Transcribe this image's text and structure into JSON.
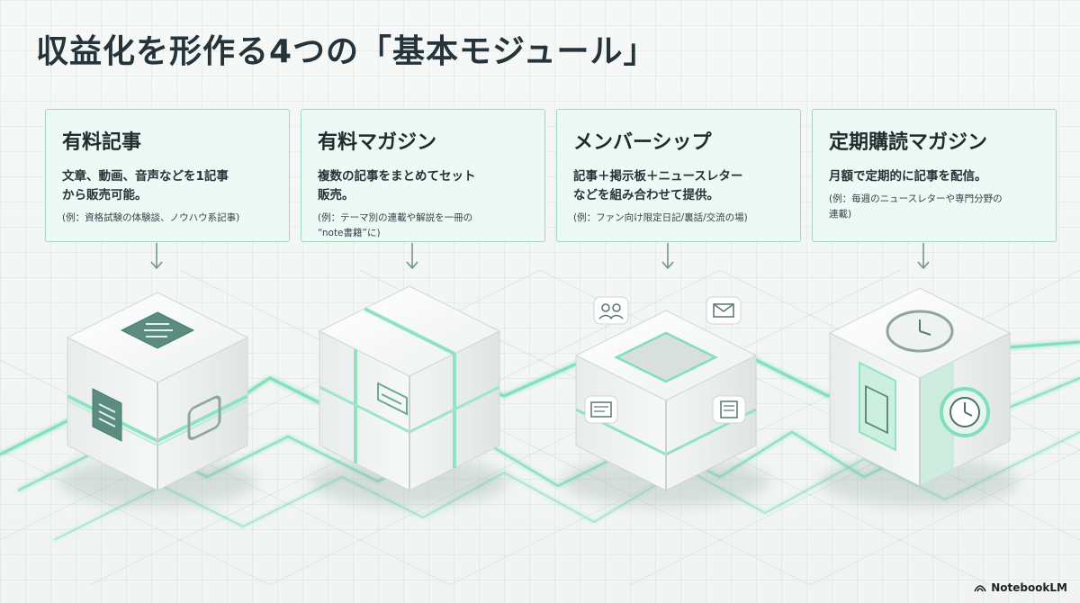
{
  "title": "収益化を形作る4つの「基本モジュール」",
  "modules": [
    {
      "heading": "有料記事",
      "desc": [
        "文章、動画、音声などを1記事",
        "から販売可能。"
      ],
      "example": [
        "(例：資格試験の体験談、ノウハウ系記事)"
      ]
    },
    {
      "heading": "有料マガジン",
      "desc": [
        "複数の記事をまとめてセット",
        "販売。"
      ],
      "example": [
        "(例：テーマ別の連載や解説を一冊の",
        "“note書籍”に)"
      ]
    },
    {
      "heading": "メンバーシップ",
      "desc": [
        "記事＋掲示板＋ニュースレター",
        "などを組み合わせて提供。"
      ],
      "example": [
        "(例：ファン向け限定日記/裏話/交流の場)"
      ]
    },
    {
      "heading": "定期購読マガジン",
      "desc": [
        "月額で定期的に記事を配信。"
      ],
      "example": [
        "(例：毎週のニュースレターや専門分野の",
        "連載)"
      ]
    }
  ],
  "icons": {
    "module1": [
      "document-list-icon",
      "document-icon"
    ],
    "module2": [
      "folder-icon"
    ],
    "module3": [
      "community-icon",
      "mail-icon",
      "board-icon",
      "newsletter-icon"
    ],
    "module4": [
      "clock-icon",
      "recurring-clock-icon"
    ]
  },
  "colors": {
    "accent": "#6fd6ae",
    "accent_dark": "#3d7f6c",
    "card_bg": "#ecf8f3",
    "card_border": "#9fd8bf"
  },
  "brand": "NotebookLM"
}
